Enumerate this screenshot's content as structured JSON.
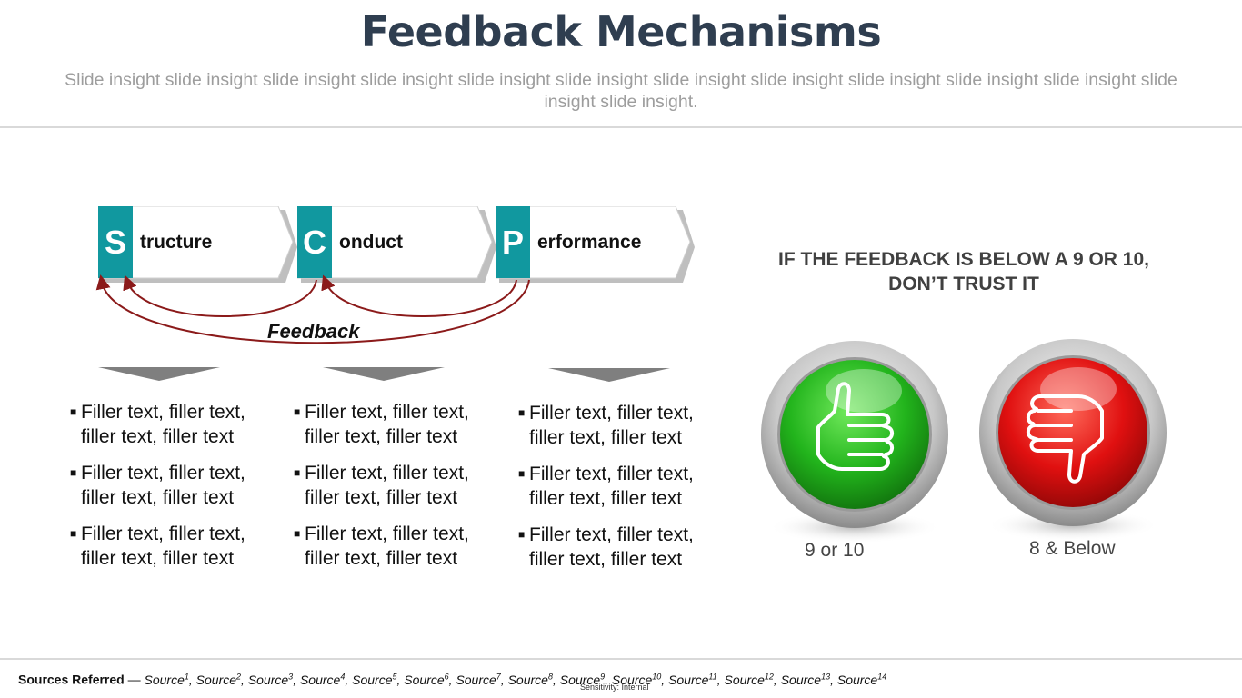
{
  "header": {
    "title": "Feedback Mechanisms",
    "subtitle": "Slide insight slide insight slide insight slide insight slide insight slide insight slide insight slide insight slide insight slide insight slide insight slide insight slide insight."
  },
  "stages": [
    {
      "letter": "S",
      "rest": "tructure"
    },
    {
      "letter": "C",
      "rest": "onduct"
    },
    {
      "letter": "P",
      "rest": "erformance"
    }
  ],
  "feedback_label": "Feedback",
  "columns": [
    {
      "items": [
        "Filler text, filler text, filler text, filler text",
        "Filler text, filler text, filler text, filler text",
        "Filler text, filler text, filler text, filler text"
      ]
    },
    {
      "items": [
        "Filler text, filler text, filler text, filler text",
        "Filler text, filler text, filler text, filler text",
        "Filler text, filler text, filler text, filler text"
      ]
    },
    {
      "items": [
        "Filler text, filler text, filler text, filler text",
        "Filler text, filler text, filler text, filler text",
        "Filler text, filler text, filler text, filler text"
      ]
    }
  ],
  "warning": {
    "line1": "IF THE FEEDBACK IS BELOW A 9 OR 10,",
    "line2": "DON’T TRUST IT"
  },
  "buttons": {
    "up": {
      "label": "9 or 10",
      "icon": "thumbs-up-icon",
      "color": "#22b41c"
    },
    "down": {
      "label": "8 & Below",
      "icon": "thumbs-down-icon",
      "color": "#e01010"
    }
  },
  "footer": {
    "sources_label": "Sources Referred",
    "dash": " — ",
    "source_word": "Source",
    "sources": [
      "1",
      "2",
      "3",
      "4",
      "5",
      "6",
      "7",
      "8",
      "9",
      "10",
      "11",
      "12",
      "13",
      "14"
    ],
    "sensitivity": "Sensitivity: Internal"
  },
  "colors": {
    "teal": "#11989f",
    "arrow": "#8b1a1a",
    "title": "#2f3e50"
  }
}
